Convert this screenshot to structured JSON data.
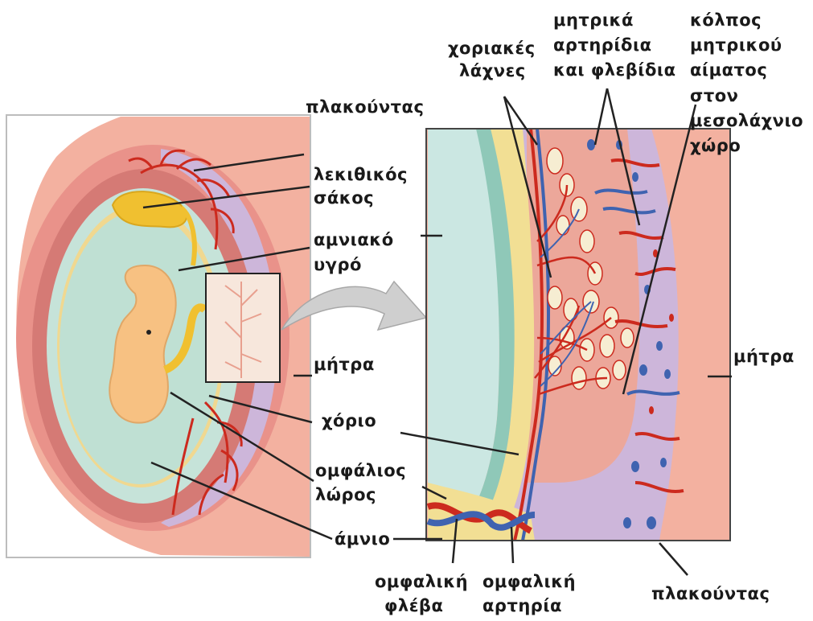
{
  "labels": {
    "placenta_left": "πλακούντας",
    "yolk_sac_1": "λεκιθικός",
    "yolk_sac_2": "σάκος",
    "amniotic_fluid_1": "αμνιακό",
    "amniotic_fluid_2": "υγρό",
    "uterus_left": "μήτρα",
    "chorion": "χόριο",
    "umbilical_cord_1": "ομφάλιος",
    "umbilical_cord_2": "λώρος",
    "amnion": "άμνιο",
    "umbilical_vein_1": "ομφαλική",
    "umbilical_vein_2": "φλέβα",
    "umbilical_artery_1": "ομφαλική",
    "umbilical_artery_2": "αρτηρία",
    "chorionic_villi_1": "χοριακές",
    "chorionic_villi_2": "λάχνες",
    "maternal_vessels_1": "μητρικά",
    "maternal_vessels_2": "αρτηρίδια",
    "maternal_vessels_3": "και φλεβίδια",
    "blood_sinus_1": "κόλπος",
    "blood_sinus_2": "μητρικού",
    "blood_sinus_3": "αίματος",
    "blood_sinus_4": "στον",
    "blood_sinus_5": "μεσολάχνιο",
    "blood_sinus_6": "χώρο",
    "uterus_right": "μήτρα",
    "placenta_right": "πλακούντας"
  },
  "colors": {
    "uterus": "#f3b1a0",
    "placenta": "#cdb6da",
    "vessel_red": "#cc2a1e",
    "vessel_blue": "#3f63b0",
    "amniotic_fluid": "#bfe0d3",
    "embryo": "#f7c182",
    "yolk_sac": "#f0c030",
    "villus_cream": "#f6edd2"
  }
}
